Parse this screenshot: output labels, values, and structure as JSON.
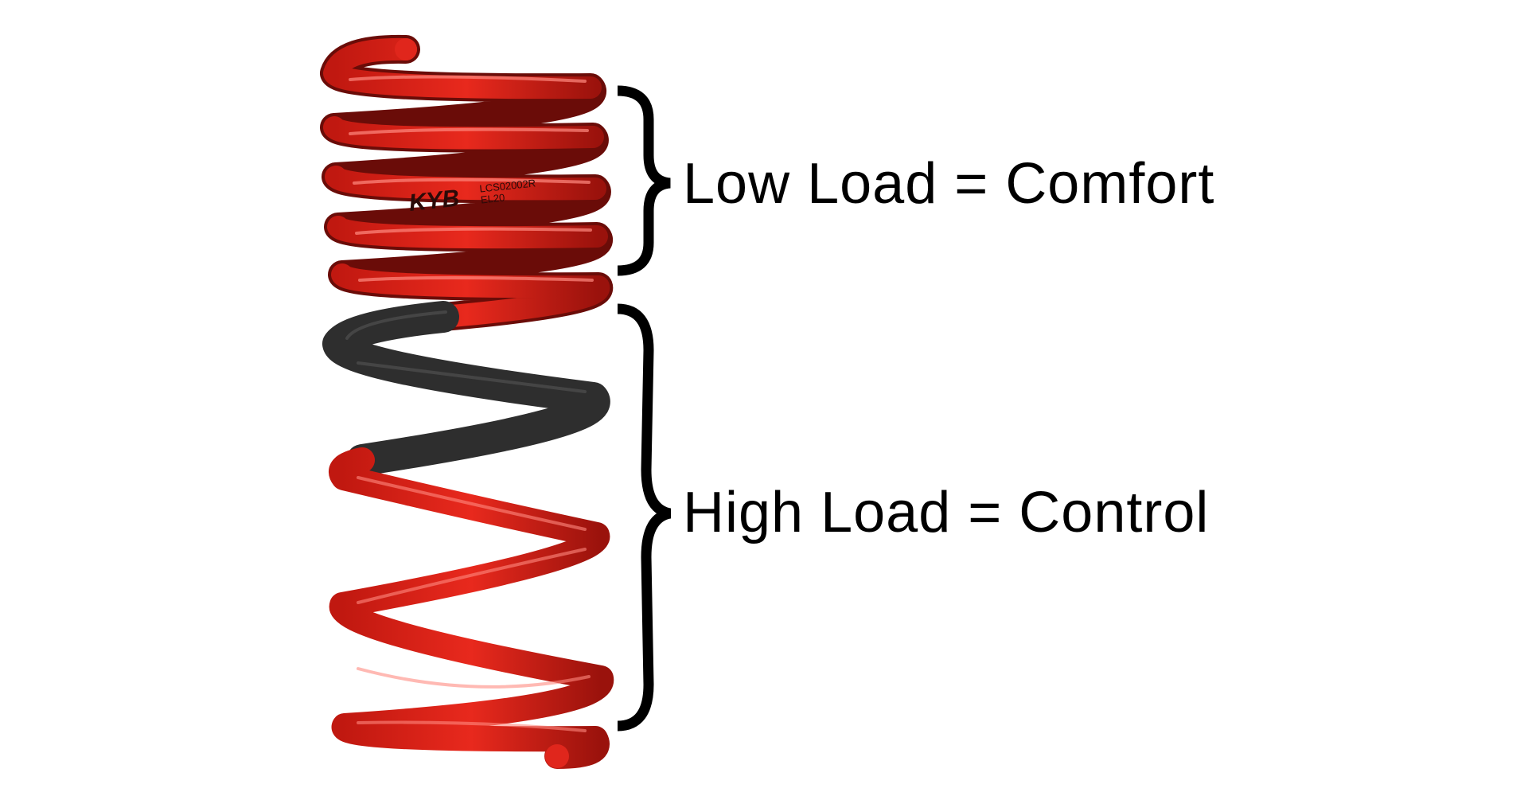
{
  "labels": {
    "low_load": "Low Load = Comfort",
    "high_load": "High Load = Control"
  },
  "spring_markings": {
    "brand": "KYB",
    "part_number": "LCS02002R",
    "code": "EL20"
  },
  "colors": {
    "spring_red": "#e0261c",
    "spring_dark": "#5c0b08",
    "sleeve": "#2e2e2e",
    "brace": "#000000"
  }
}
